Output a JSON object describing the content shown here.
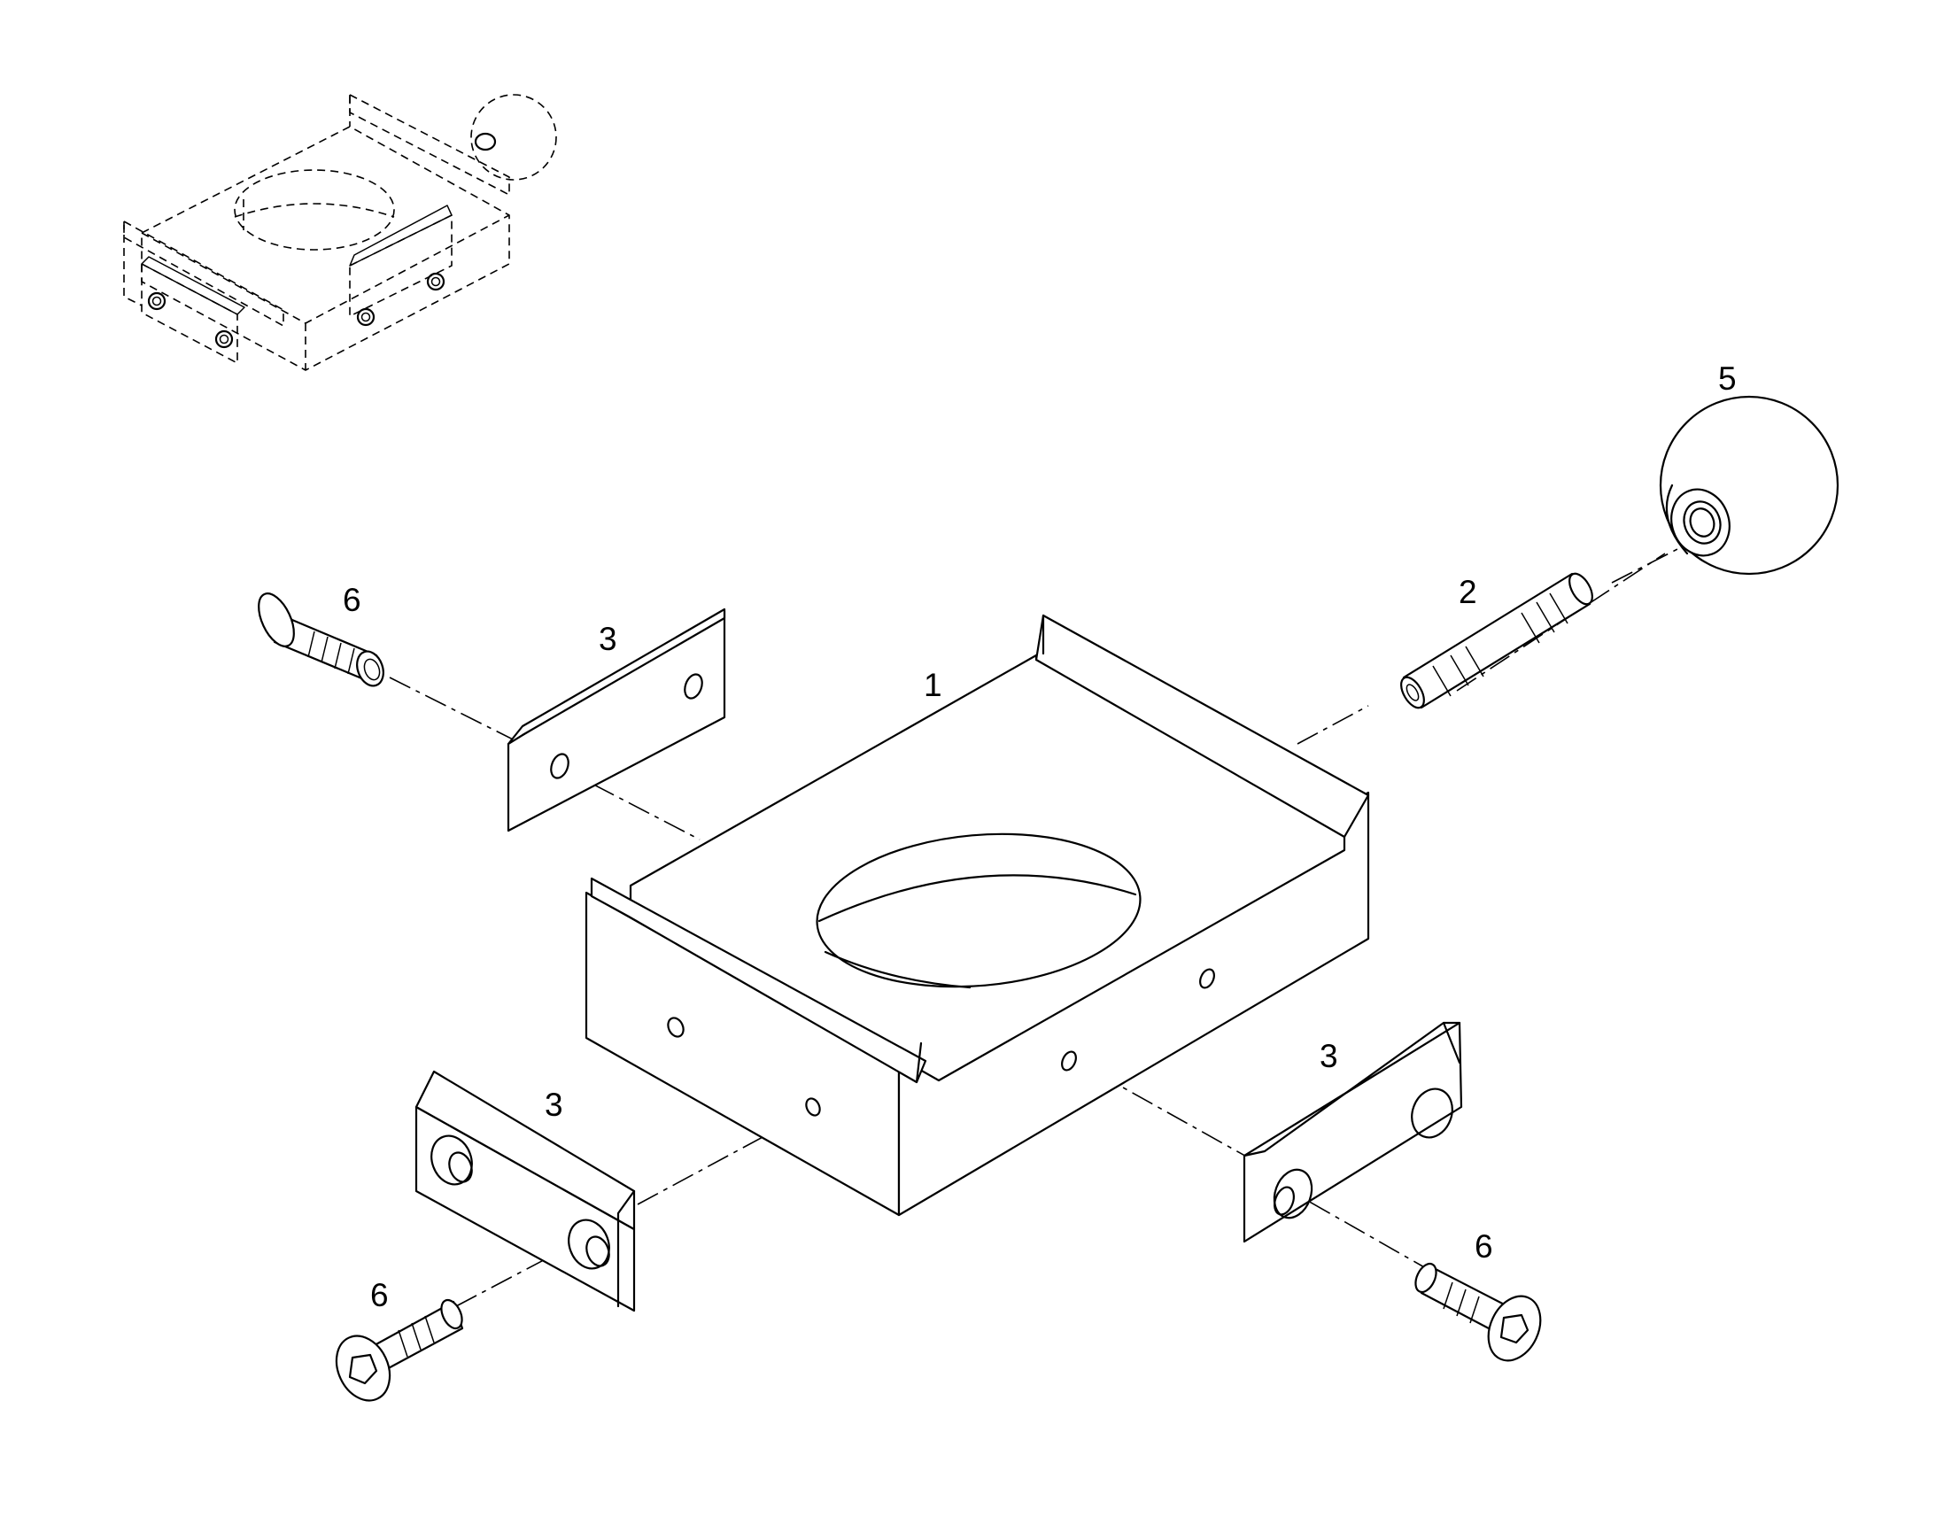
{
  "diagram": {
    "callouts": [
      {
        "id": "part-1",
        "text": "1"
      },
      {
        "id": "part-2",
        "text": "2"
      },
      {
        "id": "part-3-top",
        "text": "3"
      },
      {
        "id": "part-3-left",
        "text": "3"
      },
      {
        "id": "part-3-right",
        "text": "3"
      },
      {
        "id": "part-5",
        "text": "5"
      },
      {
        "id": "part-6-top",
        "text": "6"
      },
      {
        "id": "part-6-left",
        "text": "6"
      },
      {
        "id": "part-6-right",
        "text": "6"
      }
    ]
  }
}
